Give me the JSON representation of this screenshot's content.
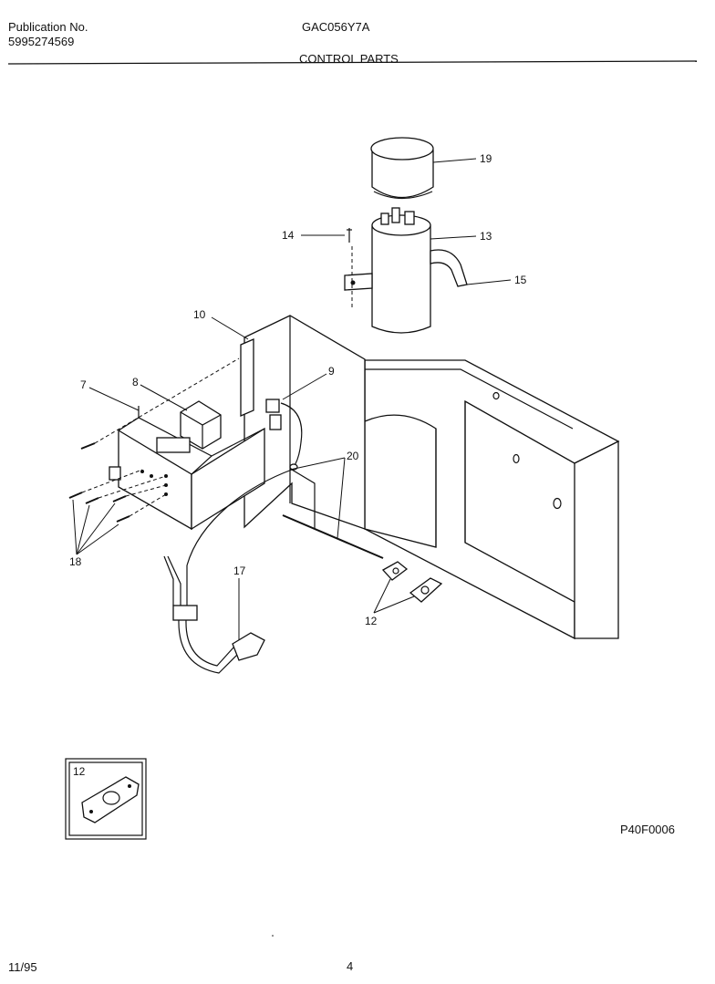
{
  "header": {
    "publication_label": "Publication No.",
    "publication_number": "5995274569",
    "model": "GAC056Y7A",
    "section_title": "CONTROL PARTS"
  },
  "diagram": {
    "callouts": [
      "19",
      "14",
      "13",
      "15",
      "10",
      "9",
      "7",
      "8",
      "20",
      "18",
      "17",
      "12",
      "12"
    ],
    "inset_callout": "12",
    "figure_code": "P40F0006"
  },
  "footer": {
    "date": "11/95",
    "page_number": "4"
  }
}
